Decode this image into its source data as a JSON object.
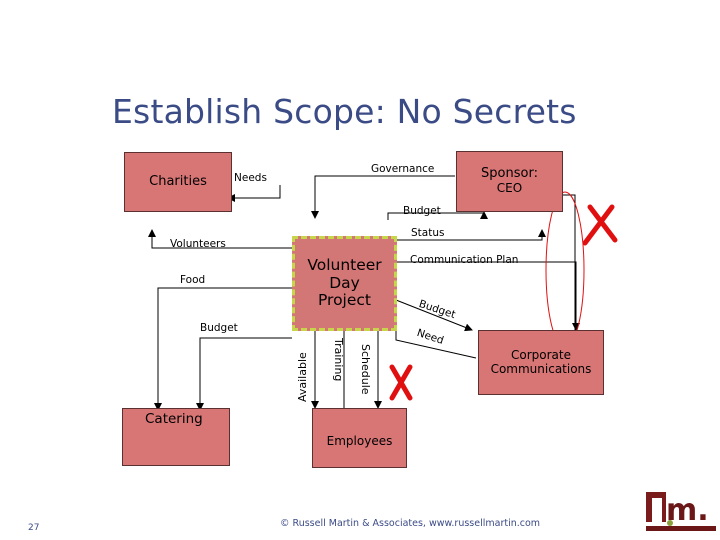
{
  "slide": {
    "title": "Establish Scope: No Secrets",
    "page_number": "27",
    "footer": "© Russell Martin & Associates, www.russellmartin.com"
  },
  "nodes": {
    "charities": "Charities",
    "sponsor": "Sponsor:\nCEO",
    "project": "Volunteer\nDay\nProject",
    "catering": "Catering",
    "employees": "Employees",
    "corporate": "Corporate\nCommunications"
  },
  "edges": {
    "governance": "Governance",
    "needs": "Needs",
    "budget_top": "Budget",
    "status": "Status",
    "volunteers": "Volunteers",
    "communication_plan": "Communication Plan",
    "food": "Food",
    "budget_left": "Budget",
    "budget_right": "Budget",
    "need": "Need",
    "available": "Available",
    "training": "Training",
    "schedule": "Schedule"
  },
  "annotations": {
    "cross_mark_1": "x-mark near Sponsor:CEO link",
    "cross_mark_2": "x-mark below project",
    "highlight": "red ellipse around Corporate Communications link"
  },
  "colors": {
    "title": "#3b4b86",
    "box_fill": "#d87575",
    "project_border": "#c7d54a",
    "cross": "#e01010"
  }
}
